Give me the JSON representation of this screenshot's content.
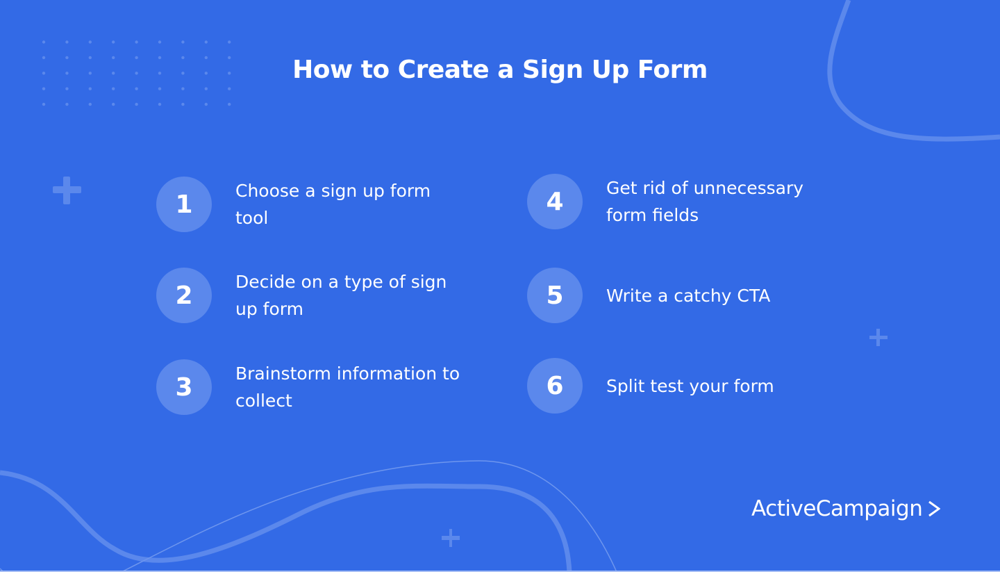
{
  "title": "How to Create a Sign Up Form",
  "steps": [
    {
      "number": "1",
      "text": "Choose a sign up form tool"
    },
    {
      "number": "2",
      "text": "Decide on a type of sign up form"
    },
    {
      "number": "3",
      "text": "Brainstorm information to collect"
    },
    {
      "number": "4",
      "text": "Get rid of unnecessary form fields"
    },
    {
      "number": "5",
      "text": "Write a catchy CTA"
    },
    {
      "number": "6",
      "text": "Split test your form"
    }
  ],
  "brand": {
    "name": "ActiveCampaign",
    "icon": "chevron-right-icon"
  },
  "colors": {
    "background": "#336ae6",
    "circle": "#5b88ec",
    "decoration": "#5b88ec",
    "text": "#ffffff"
  }
}
